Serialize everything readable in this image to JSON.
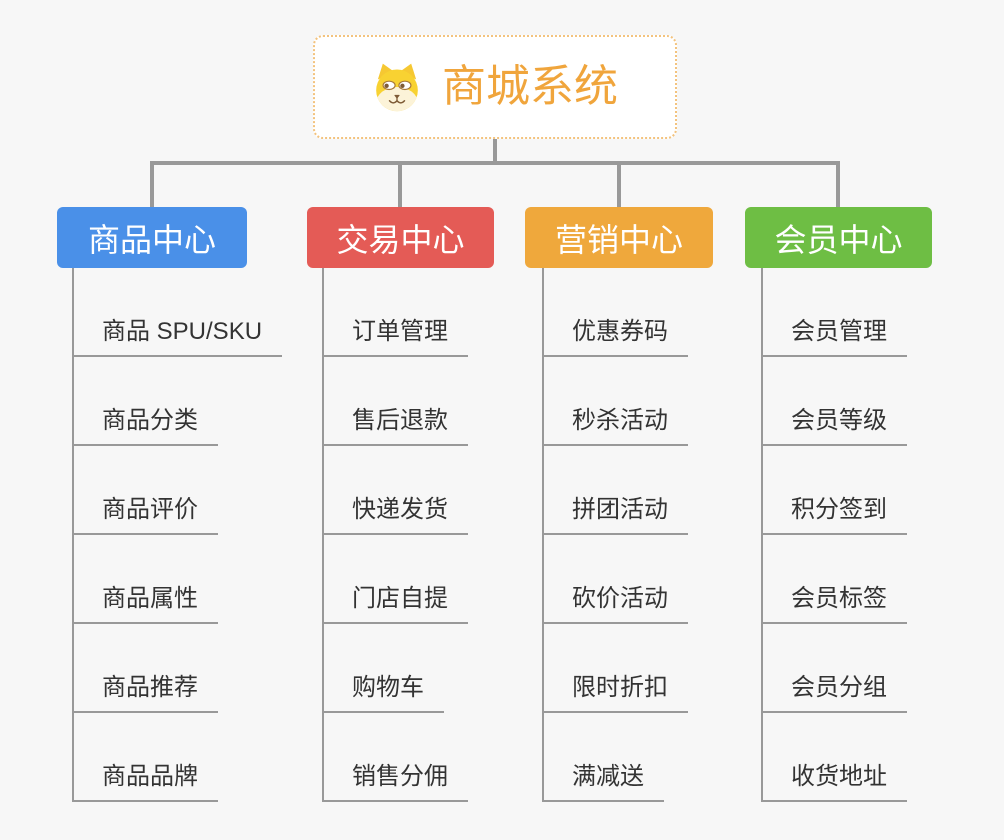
{
  "root": {
    "title": "商城系统",
    "icon": "dog-face-icon"
  },
  "branches": [
    {
      "label": "商品中心",
      "color": "#4a90e8",
      "children": [
        "商品 SPU/SKU",
        "商品分类",
        "商品评价",
        "商品属性",
        "商品推荐",
        "商品品牌"
      ]
    },
    {
      "label": "交易中心",
      "color": "#e45b56",
      "children": [
        "订单管理",
        "售后退款",
        "快递发货",
        "门店自提",
        "购物车",
        "销售分佣"
      ]
    },
    {
      "label": "营销中心",
      "color": "#efa83c",
      "children": [
        "优惠券码",
        "秒杀活动",
        "拼团活动",
        "砍价活动",
        "限时折扣",
        "满减送"
      ]
    },
    {
      "label": "会员中心",
      "color": "#6ebe44",
      "children": [
        "会员管理",
        "会员等级",
        "积分签到",
        "会员标签",
        "会员分组",
        "收货地址"
      ]
    }
  ],
  "colors": {
    "background": "#f7f7f7",
    "connector": "#999999",
    "root_text": "#f0a53c",
    "root_border": "#f3c37e",
    "leaf_text": "#333333",
    "dog_yellow": "#f8d232",
    "dog_cream": "#fcf3d8",
    "dog_brown": "#7e5b36"
  }
}
